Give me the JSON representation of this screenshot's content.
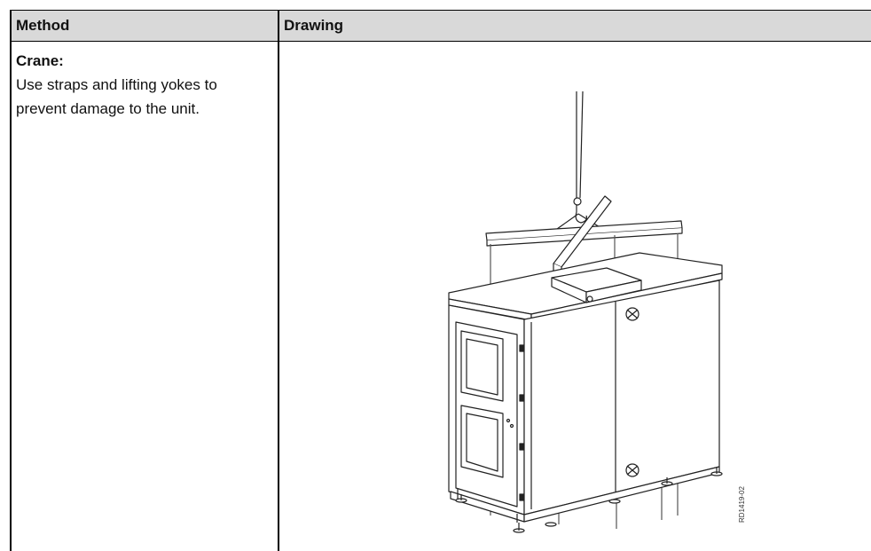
{
  "table": {
    "headers": {
      "method": "Method",
      "drawing": "Drawing"
    },
    "rows": [
      {
        "method_title": "Crane:",
        "method_text": "Use straps and lifting yokes to prevent damage to the unit.",
        "drawing_ref": "RD1419-02"
      }
    ]
  }
}
